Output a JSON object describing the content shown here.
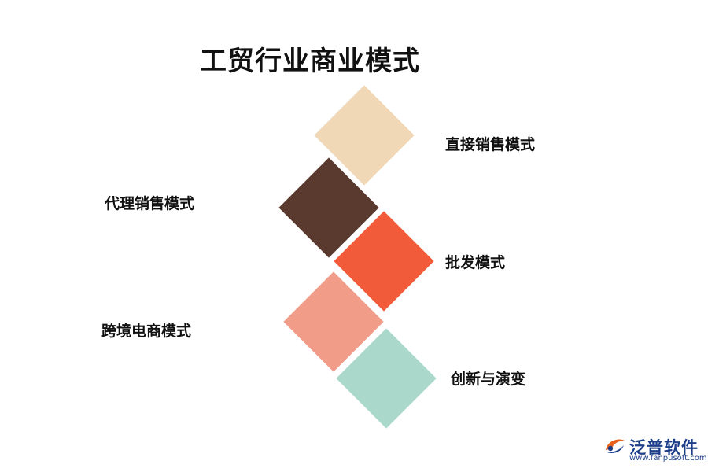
{
  "title": "工贸行业商业模式",
  "items": [
    {
      "label": "直接销售模式",
      "color": "#f0d7b6"
    },
    {
      "label": "代理销售模式",
      "color": "#5a3a2f"
    },
    {
      "label": "批发模式",
      "color": "#f15b3a"
    },
    {
      "label": "跨境电商模式",
      "color": "#f09c89"
    },
    {
      "label": "创新与演变",
      "color": "#aad9cc"
    }
  ],
  "logo": {
    "name": "泛普软件",
    "url": "www.fanpusoft.com",
    "icon": "fanpu-logo-icon"
  }
}
